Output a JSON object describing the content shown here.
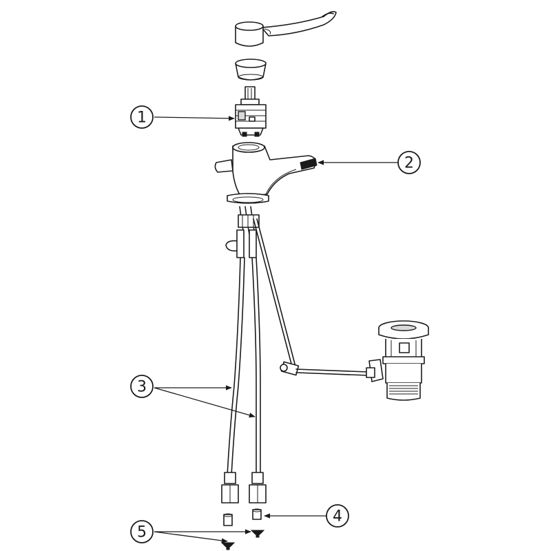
{
  "callouts": [
    {
      "id": "1",
      "label": "1"
    },
    {
      "id": "2",
      "label": "2"
    },
    {
      "id": "3",
      "label": "3"
    },
    {
      "id": "4",
      "label": "4"
    },
    {
      "id": "5",
      "label": "5"
    }
  ],
  "colors": {
    "stroke": "#1a1a1a",
    "background": "#ffffff",
    "shade": "#d9d9d9"
  }
}
